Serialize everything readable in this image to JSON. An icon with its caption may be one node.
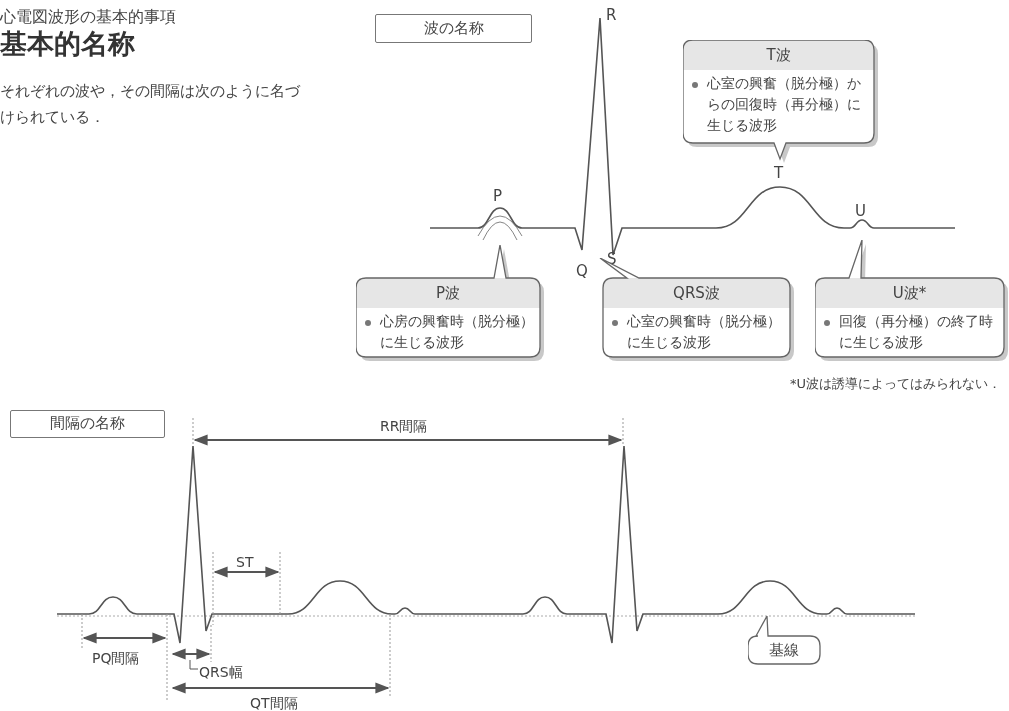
{
  "diagram": {
    "title": "基本的名称",
    "nodes": [
      {
        "text": [
          "波の名称"
        ]
      },
      {
        "text": [
          "T波",
          "心室の興奮（脱分極）からの回復時（再分極）に生じる波形"
        ]
      },
      {
        "text": [
          "P波",
          "心房の興奮時（脱分極）に生じる波形"
        ]
      },
      {
        "text": [
          "QRS波",
          "心室の興奮時（脱分極）に生じる波形"
        ]
      },
      {
        "text": [
          "U波*",
          "回復（再分極）の終了時に生じる波形"
        ]
      },
      {
        "text": [
          "間隔の名称"
        ]
      },
      {
        "text": [
          "基線"
        ]
      }
    ],
    "labels": [
      "心電図波形の基本的事項",
      "それぞれの波や，その間隔は次のように名づけられている．",
      "R",
      "P",
      "T",
      "U",
      "Q",
      "S",
      "*U波は誘導によってはみられない．",
      "RR間隔",
      "ST",
      "PQ間隔",
      "QRS幅",
      "QT間隔"
    ]
  }
}
